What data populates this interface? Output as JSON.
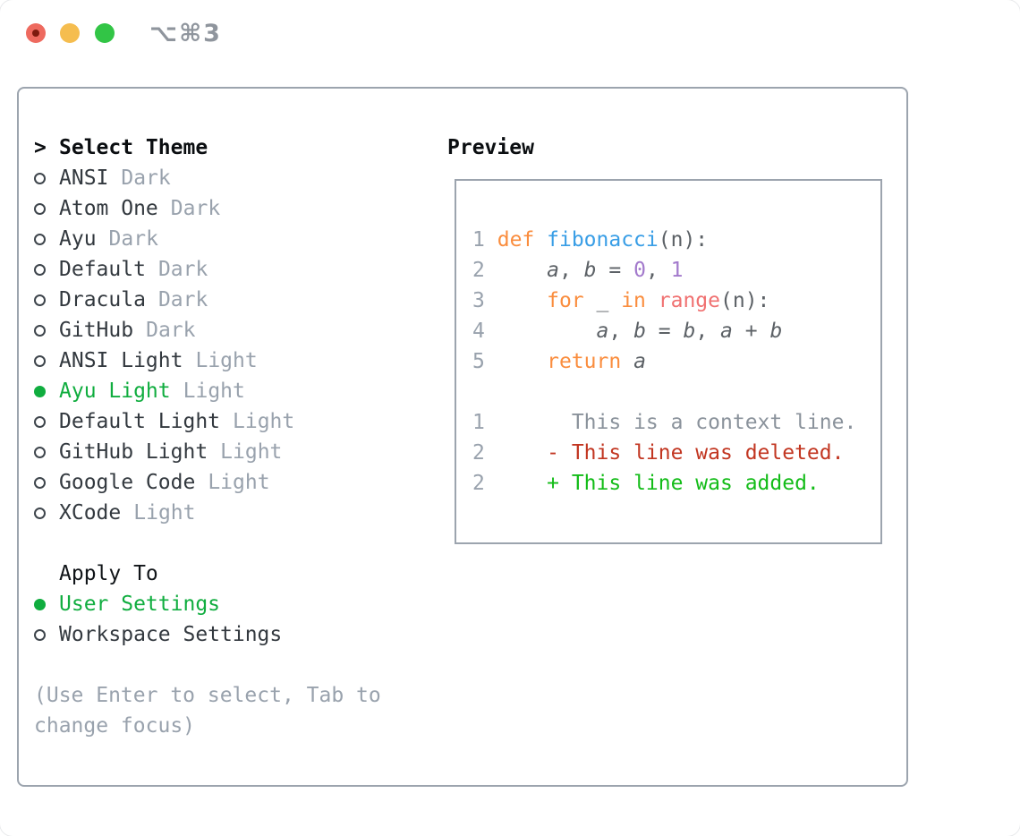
{
  "window": {
    "title": "⌥⌘3",
    "controls": {
      "close": "close",
      "minimize": "minimize",
      "zoom": "zoom"
    }
  },
  "colors": {
    "green": "#10ad3f",
    "added": "#13bc18",
    "deleted": "#c23621",
    "kw": "#fa8d3e",
    "fn": "#399ee6",
    "cn": "#a37acc",
    "mkp": "#f07171",
    "muted": "#99a2ad",
    "text": "#33393f",
    "codetext": "#5c6166"
  },
  "theme_panel": {
    "prompt": ">",
    "title": "Select Theme",
    "items": [
      {
        "name": "ANSI",
        "variant": "Dark",
        "selected": false
      },
      {
        "name": "Atom One",
        "variant": "Dark",
        "selected": false
      },
      {
        "name": "Ayu",
        "variant": "Dark",
        "selected": false
      },
      {
        "name": "Default",
        "variant": "Dark",
        "selected": false
      },
      {
        "name": "Dracula",
        "variant": "Dark",
        "selected": false
      },
      {
        "name": "GitHub",
        "variant": "Dark",
        "selected": false
      },
      {
        "name": "ANSI Light",
        "variant": "Light",
        "selected": false
      },
      {
        "name": "Ayu Light",
        "variant": "Light",
        "selected": true
      },
      {
        "name": "Default Light",
        "variant": "Light",
        "selected": false
      },
      {
        "name": "GitHub Light",
        "variant": "Light",
        "selected": false
      },
      {
        "name": "Google Code",
        "variant": "Light",
        "selected": false
      },
      {
        "name": "XCode",
        "variant": "Light",
        "selected": false
      }
    ],
    "apply_to": {
      "title": "Apply To",
      "options": [
        {
          "label": "User Settings",
          "selected": true
        },
        {
          "label": "Workspace Settings",
          "selected": false
        }
      ]
    },
    "hint": "(Use Enter to select, Tab to change focus)"
  },
  "preview": {
    "title": "Preview",
    "code_lines": [
      {
        "num": "1",
        "segments": [
          {
            "t": "def",
            "c": "kw"
          },
          {
            "t": " ",
            "c": "pl"
          },
          {
            "t": "fibonacci",
            "c": "fn"
          },
          {
            "t": "(n):",
            "c": "pl"
          }
        ]
      },
      {
        "num": "2",
        "segments": [
          {
            "t": "    ",
            "c": "pl"
          },
          {
            "t": "a",
            "c": "vr"
          },
          {
            "t": ", ",
            "c": "pl"
          },
          {
            "t": "b",
            "c": "vr"
          },
          {
            "t": " = ",
            "c": "pl"
          },
          {
            "t": "0",
            "c": "cn"
          },
          {
            "t": ", ",
            "c": "pl"
          },
          {
            "t": "1",
            "c": "cn"
          }
        ]
      },
      {
        "num": "3",
        "segments": [
          {
            "t": "    ",
            "c": "pl"
          },
          {
            "t": "for",
            "c": "kw"
          },
          {
            "t": " _ ",
            "c": "pl"
          },
          {
            "t": "in",
            "c": "kw"
          },
          {
            "t": " ",
            "c": "pl"
          },
          {
            "t": "range",
            "c": "mk"
          },
          {
            "t": "(n):",
            "c": "pl"
          }
        ]
      },
      {
        "num": "4",
        "segments": [
          {
            "t": "        ",
            "c": "pl"
          },
          {
            "t": "a",
            "c": "vr"
          },
          {
            "t": ", ",
            "c": "pl"
          },
          {
            "t": "b",
            "c": "vr"
          },
          {
            "t": " = ",
            "c": "pl"
          },
          {
            "t": "b",
            "c": "vr"
          },
          {
            "t": ", ",
            "c": "pl"
          },
          {
            "t": "a",
            "c": "vr"
          },
          {
            "t": " + ",
            "c": "pl"
          },
          {
            "t": "b",
            "c": "vr"
          }
        ]
      },
      {
        "num": "5",
        "segments": [
          {
            "t": "    ",
            "c": "pl"
          },
          {
            "t": "return",
            "c": "kw"
          },
          {
            "t": " ",
            "c": "pl"
          },
          {
            "t": "a",
            "c": "vr"
          }
        ]
      }
    ],
    "diff_lines": [
      {
        "num": "1",
        "marker": " ",
        "text": "This is a context line.",
        "kind": "context"
      },
      {
        "num": "2",
        "marker": "-",
        "text": "This line was deleted.",
        "kind": "deleted"
      },
      {
        "num": "2",
        "marker": "+",
        "text": "This line was added.",
        "kind": "added"
      }
    ]
  }
}
